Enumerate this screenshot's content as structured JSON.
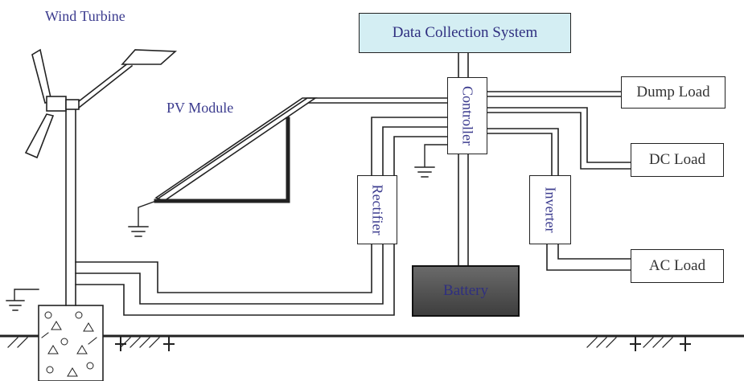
{
  "labels": {
    "wind_turbine": "Wind Turbine",
    "pv_module": "PV Module",
    "data_collection": "Data Collection System",
    "controller": "Controller",
    "rectifier": "Rectifier",
    "inverter": "Inverter",
    "battery": "Battery",
    "dump_load": "Dump Load",
    "dc_load": "DC Load",
    "ac_load": "AC Load"
  },
  "colors": {
    "label_text": "#3b3b8e",
    "data_collection_fill": "#d4eef3",
    "battery_fill": "#4a4a4a",
    "line": "#222222"
  }
}
